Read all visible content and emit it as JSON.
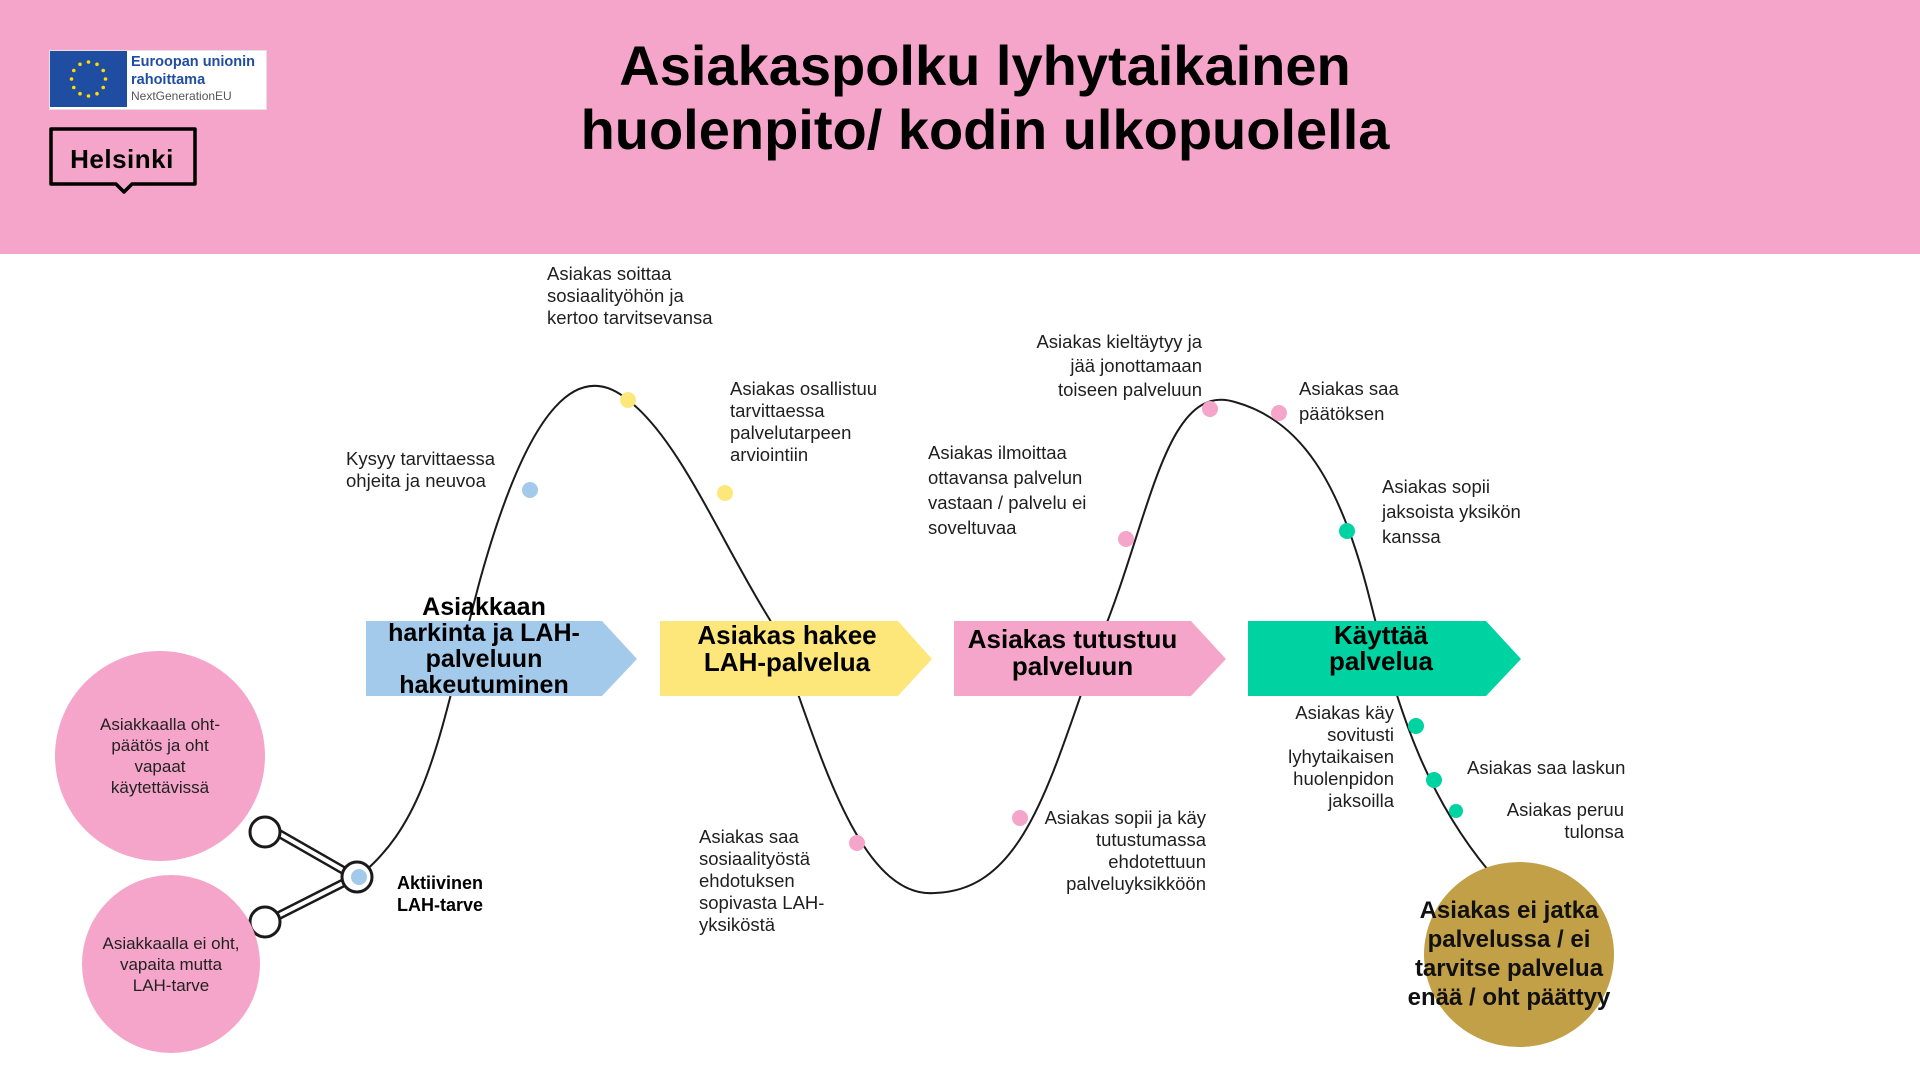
{
  "header": {
    "title_line1": "Asiakaspolku lyhytaikainen",
    "title_line2": "huolenpito/ kodin ulkopuolella",
    "eu_logo": {
      "line1": "Euroopan unionin",
      "line2": "rahoittama",
      "line3": "NextGenerationEU",
      "icon": "eu-flag-icon"
    },
    "city_logo": {
      "text": "Helsinki",
      "icon": "helsinki-speech-bubble-icon"
    }
  },
  "colors": {
    "header_bg": "#f5a5c9",
    "stage1": "#a3c9eb",
    "stage2": "#fee77a",
    "stage3": "#f5a5c9",
    "stage4": "#00d3a2",
    "end_circle": "#c2a048",
    "line": "#1a1a1a"
  },
  "stages": [
    {
      "label": "Asiakkaan harkinta ja LAH-palveluun hakeutuminen",
      "lines": [
        "Asiakkaan",
        "harkinta ja LAH-",
        "palveluun",
        "hakeutuminen"
      ]
    },
    {
      "label": "Asiakas hakee LAH-palvelua",
      "lines": [
        "Asiakas hakee",
        "LAH-palvelua"
      ]
    },
    {
      "label": "Asiakas tutustuu palveluun",
      "lines": [
        "Asiakas tutustuu",
        "palveluun"
      ]
    },
    {
      "label": "Käyttää palvelua",
      "lines": [
        "Käyttää",
        "palvelua"
      ]
    }
  ],
  "start": {
    "circle_top": "Asiakkaalla oht-päätös ja oht vapaat käytettävissä",
    "circle_bottom": "Asiakkaalla ei oht, vapaita mutta LAH-tarve",
    "junction_label": "Aktiivinen LAH-tarve"
  },
  "touchpoints": {
    "t1": "Kysyy tarvittaessa ohjeita ja neuvoa",
    "t2": "Asiakas soittaa sosiaalityöhön ja kertoo tarvitsevansa",
    "t3": "Asiakas osallistuu tarvittaessa palvelutarpeen arviointiin",
    "t4": "Asiakas  saa sosiaalityöstä ehdotuksen sopivasta LAH-yksiköstä",
    "t5": "Asiakas sopii ja käy tutustumassa ehdotettuun palveluyksikköön",
    "t6": "Asiakas ilmoittaa ottavansa palvelun vastaan / palvelu ei soveltuvaa",
    "t7": "Asiakas kieltäytyy ja jää jonottamaan toiseen palveluun",
    "t8": "Asiakas saa päätöksen",
    "t9": "Asiakas sopii jaksoista yksikön kanssa",
    "t10": "Asiakas käy sovitusti lyhytaikaisen huolenpidon jaksoilla",
    "t11": "Asiakas saa laskun",
    "t12": "Asiakas peruu tulonsa"
  },
  "end": {
    "label": "Asiakas ei jatka palvelussa / ei tarvitse palvelua enää / oht päättyy"
  }
}
